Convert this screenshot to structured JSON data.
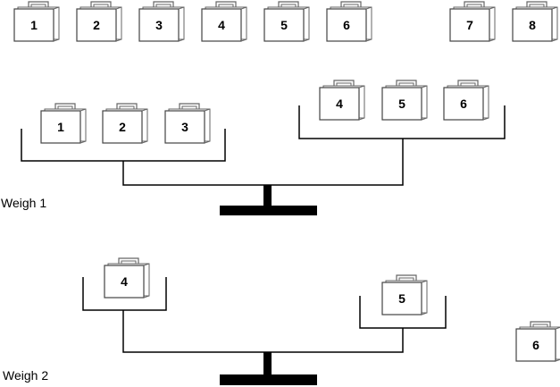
{
  "top_row": [
    "1",
    "2",
    "3",
    "4",
    "5",
    "6",
    "7",
    "8"
  ],
  "weigh1": {
    "label": "Weigh 1",
    "left_pan": [
      "1",
      "2",
      "3"
    ],
    "right_pan": [
      "4",
      "5",
      "6"
    ]
  },
  "weigh2": {
    "label": "Weigh 2",
    "left_pan": [
      "4"
    ],
    "right_pan": [
      "5"
    ],
    "aside": [
      "6"
    ]
  },
  "colors": {
    "line": "#000000",
    "case_fill": "#ffffff",
    "case_stroke": "#555555"
  }
}
